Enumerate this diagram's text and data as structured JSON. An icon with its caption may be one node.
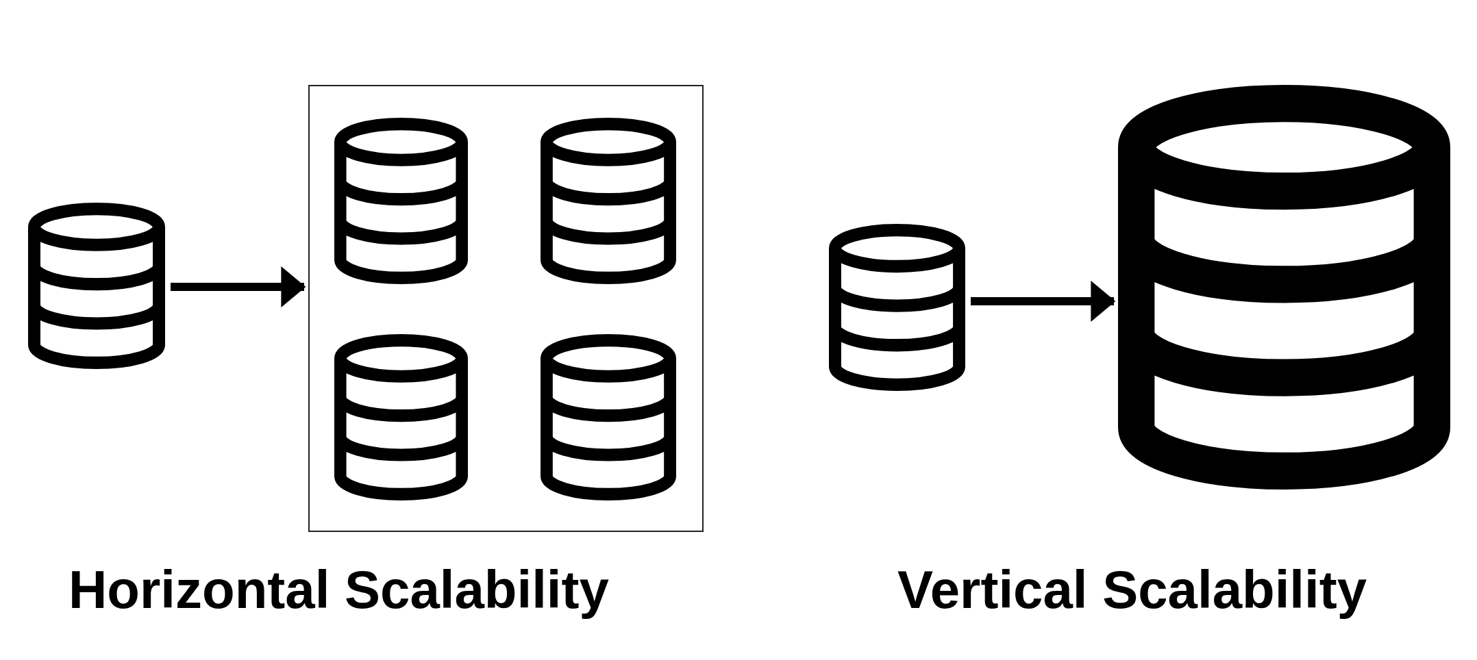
{
  "diagram": {
    "nodes": [
      {
        "text": [],
        "shape": "cylinder"
      },
      {
        "text": [],
        "shape": "box"
      },
      {
        "text": [],
        "shape": "cylinder",
        "in": 1
      },
      {
        "text": [],
        "shape": "cylinder",
        "in": 1
      },
      {
        "text": [],
        "shape": "cylinder",
        "in": 1
      },
      {
        "text": [],
        "shape": "cylinder",
        "in": 1
      },
      {
        "text": [],
        "shape": "cylinder"
      },
      {
        "text": [],
        "shape": "cylinder"
      }
    ],
    "edges": [
      {
        "from": 0,
        "to": 1,
        "arrow": "to"
      },
      {
        "from": 6,
        "to": 7,
        "arrow": "to"
      }
    ],
    "labels": [
      "Horizontal Scalability",
      "Vertical Scalability"
    ]
  }
}
